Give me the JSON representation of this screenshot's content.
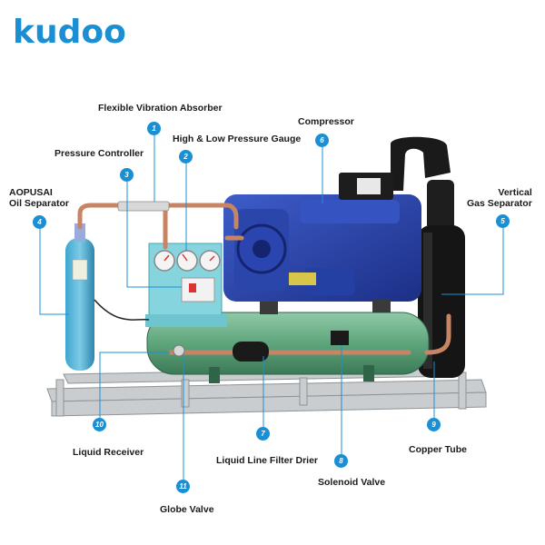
{
  "brand": {
    "logo_text": "kudoo",
    "accent": "#1b8fd3",
    "accent_dark": "#0d6fb0"
  },
  "callouts": [
    {
      "num": "1",
      "label": "Flexible Vibration Absorber"
    },
    {
      "num": "2",
      "label": "High & Low Pressure Gauge"
    },
    {
      "num": "3",
      "label": "Pressure Controller"
    },
    {
      "num": "4",
      "label_line1": "AOPUSAI",
      "label_line2": "Oil Separator"
    },
    {
      "num": "5",
      "label_line1": "Vertical",
      "label_line2": "Gas Separator"
    },
    {
      "num": "6",
      "label": "Compressor"
    },
    {
      "num": "7",
      "label": "Liquid Line Filter Drier"
    },
    {
      "num": "8",
      "label": "Solenoid Valve"
    },
    {
      "num": "9",
      "label": "Copper Tube"
    },
    {
      "num": "10",
      "label": "Liquid Receiver"
    },
    {
      "num": "11",
      "label": "Globe Valve"
    }
  ]
}
